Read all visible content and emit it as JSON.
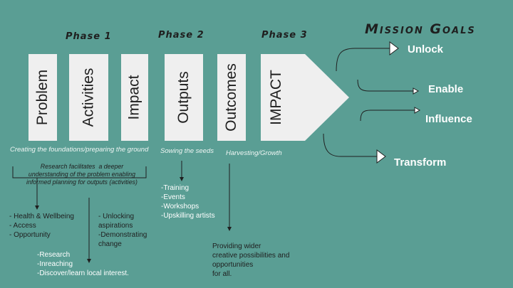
{
  "phases": {
    "p1": "Phase 1",
    "p2": "Phase 2",
    "p3": "Phase 3"
  },
  "mission_title": "Mission Goals",
  "boxes": {
    "problem": "Problem",
    "activities": "Activities",
    "impact": "Impact",
    "outputs": "Outputs",
    "outcomes": "Outcomes",
    "impact_big": "IMPACT"
  },
  "captions": {
    "foundations": "Creating the foundations/preparing the ground",
    "sowing": "Sowing the seeds",
    "harvesting": "Harvesting/Growth"
  },
  "research_note": "Research facilitates  a deeper\nunderstanding of the problem enabling\ninformed planning for outputs (activities)",
  "problem_list": "- Health & Wellbeing\n- Access\n- Opportunity",
  "impact_list": "- Unlocking\naspirations\n-Demonstrating\nchange",
  "activities_list": "-Research\n-Inreaching\n-Discover/learn local interest.",
  "outputs_list": "-Training\n-Events\n-Workshops\n-Upskilling artists",
  "outcomes_note": "Providing wider\ncreative possibilities and\nopportunities\nfor all.",
  "goals": {
    "unlock": "Unlock",
    "enable": "Enable",
    "influence": "Influence",
    "transform": "Transform"
  },
  "colors": {
    "background": "#5a9e94",
    "box": "#efefef",
    "text_dark": "#1f1f1f",
    "text_light": "#ffffff"
  }
}
